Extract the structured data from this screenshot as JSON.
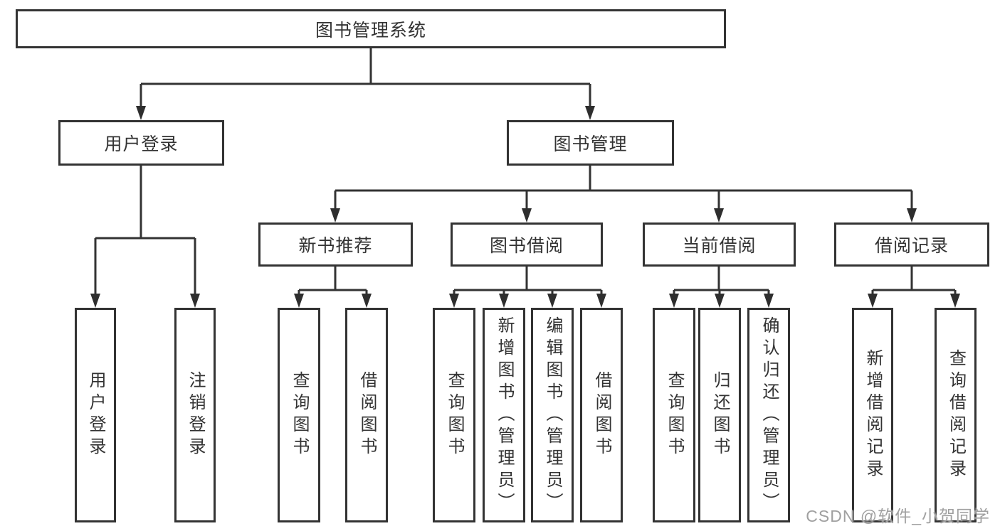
{
  "diagram": {
    "title": "图书管理系统",
    "watermark": "CSDN @软件_小贺同学",
    "colors": {
      "line": "#333333",
      "box_border": "#333333",
      "box_fill": "#ffffff",
      "text": "#333333",
      "watermark": "#a0a0a0",
      "background": "#ffffff"
    },
    "nodes": {
      "root": {
        "label": "图书管理系统"
      },
      "user_login": {
        "label": "用户登录"
      },
      "book_mgmt": {
        "label": "图书管理"
      },
      "new_book_rec": {
        "label": "新书推荐"
      },
      "book_borrow": {
        "label": "图书借阅"
      },
      "current_borrow": {
        "label": "当前借阅"
      },
      "borrow_record": {
        "label": "借阅记录"
      },
      "ul_login": {
        "label": "用户登录"
      },
      "ul_logout": {
        "label": "注销登录"
      },
      "nb_query": {
        "label": "查询图书"
      },
      "nb_borrow": {
        "label": "借阅图书"
      },
      "bb_query": {
        "label": "查询图书"
      },
      "bb_add": {
        "label": "新增图书（管理员）"
      },
      "bb_edit": {
        "label": "编辑图书（管理员）"
      },
      "bb_borrow": {
        "label": "借阅图书"
      },
      "cb_query": {
        "label": "查询图书"
      },
      "cb_return": {
        "label": "归还图书"
      },
      "cb_confirm": {
        "label": "确认归还（管理员）"
      },
      "br_add": {
        "label": "新增借阅记录"
      },
      "br_query": {
        "label": "查询借阅记录"
      }
    },
    "edges": [
      {
        "from": "root",
        "to": [
          "user_login",
          "book_mgmt"
        ]
      },
      {
        "from": "user_login",
        "to": [
          "ul_login",
          "ul_logout"
        ]
      },
      {
        "from": "book_mgmt",
        "to": [
          "new_book_rec",
          "book_borrow",
          "current_borrow",
          "borrow_record"
        ]
      },
      {
        "from": "new_book_rec",
        "to": [
          "nb_query",
          "nb_borrow"
        ]
      },
      {
        "from": "book_borrow",
        "to": [
          "bb_query",
          "bb_add",
          "bb_edit",
          "bb_borrow"
        ]
      },
      {
        "from": "current_borrow",
        "to": [
          "cb_query",
          "cb_return",
          "cb_confirm"
        ]
      },
      {
        "from": "borrow_record",
        "to": [
          "br_add",
          "br_query"
        ]
      }
    ]
  }
}
